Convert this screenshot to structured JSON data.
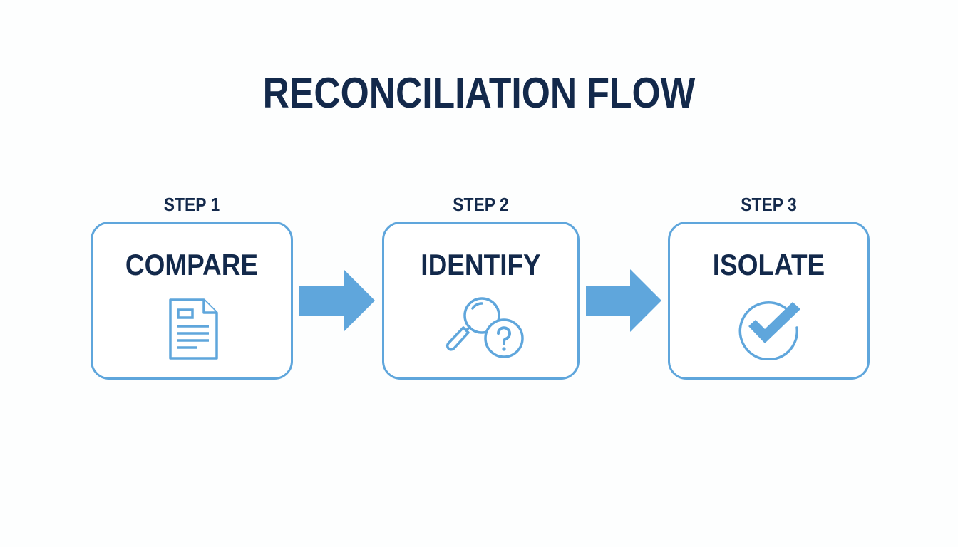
{
  "title": "RECONCILIATION FLOW",
  "colors": {
    "text": "#13294b",
    "accent": "#5fa6dc",
    "background": "#fdfefe"
  },
  "steps": [
    {
      "label": "STEP 1",
      "title": "COMPARE",
      "icon": "document-icon"
    },
    {
      "label": "STEP 2",
      "title": "IDENTIFY",
      "icon": "magnifier-question-icon"
    },
    {
      "label": "STEP 3",
      "title": "ISOLATE",
      "icon": "check-circle-icon"
    }
  ],
  "connectors": [
    {
      "from": "STEP 1",
      "to": "STEP 2",
      "icon": "arrow-right-icon"
    },
    {
      "from": "STEP 2",
      "to": "STEP 3",
      "icon": "arrow-right-icon"
    }
  ]
}
